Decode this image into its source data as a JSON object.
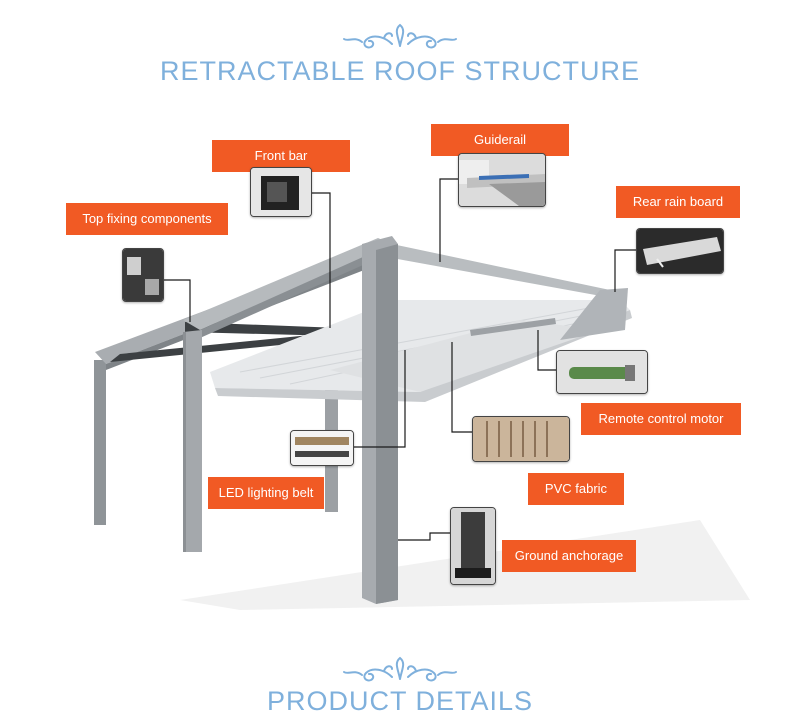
{
  "title": "RETRACTABLE ROOF STRUCTURE",
  "footer_title": "PRODUCT DETAILS",
  "colors": {
    "heading": "#7fb0dc",
    "label_bg": "#f15a24",
    "frame": "#a4a8ac",
    "leader": "#1a1a1a"
  },
  "components": {
    "guiderail": "Guiderail",
    "front_bar": "Front bar",
    "top_fixing": "Top fixing components",
    "rear_rain_board": "Rear rain board",
    "remote_motor": "Remote control motor",
    "led_belt": "LED lighting belt",
    "pvc_fabric": "PVC fabric",
    "ground_anchorage": "Ground anchorage"
  },
  "icons": {
    "ornament": "flourish-ornament-icon"
  }
}
